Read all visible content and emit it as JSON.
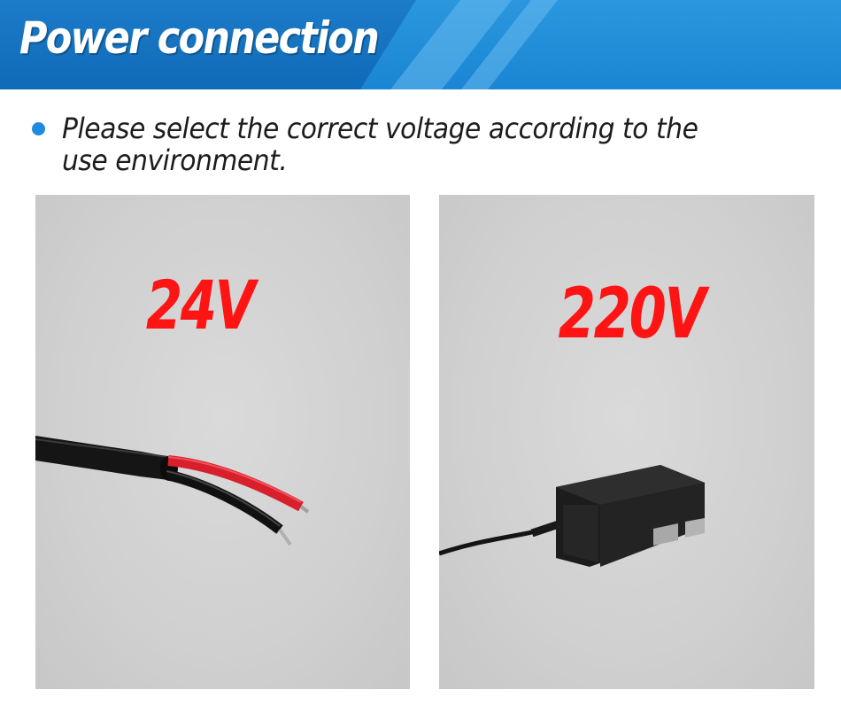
{
  "header": {
    "title": "Power connection"
  },
  "instruction": {
    "text": "Please select the correct voltage according to the use environment."
  },
  "options": [
    {
      "voltage": "24V",
      "image": "bare-wire-cable-icon"
    },
    {
      "voltage": "220V",
      "image": "wall-power-adapter-icon"
    }
  ],
  "colors": {
    "banner_blue": "#1a86d4",
    "bullet_blue": "#1f8ae0",
    "voltage_red": "#ff1414",
    "panel_gray": "#d3d3d3"
  }
}
